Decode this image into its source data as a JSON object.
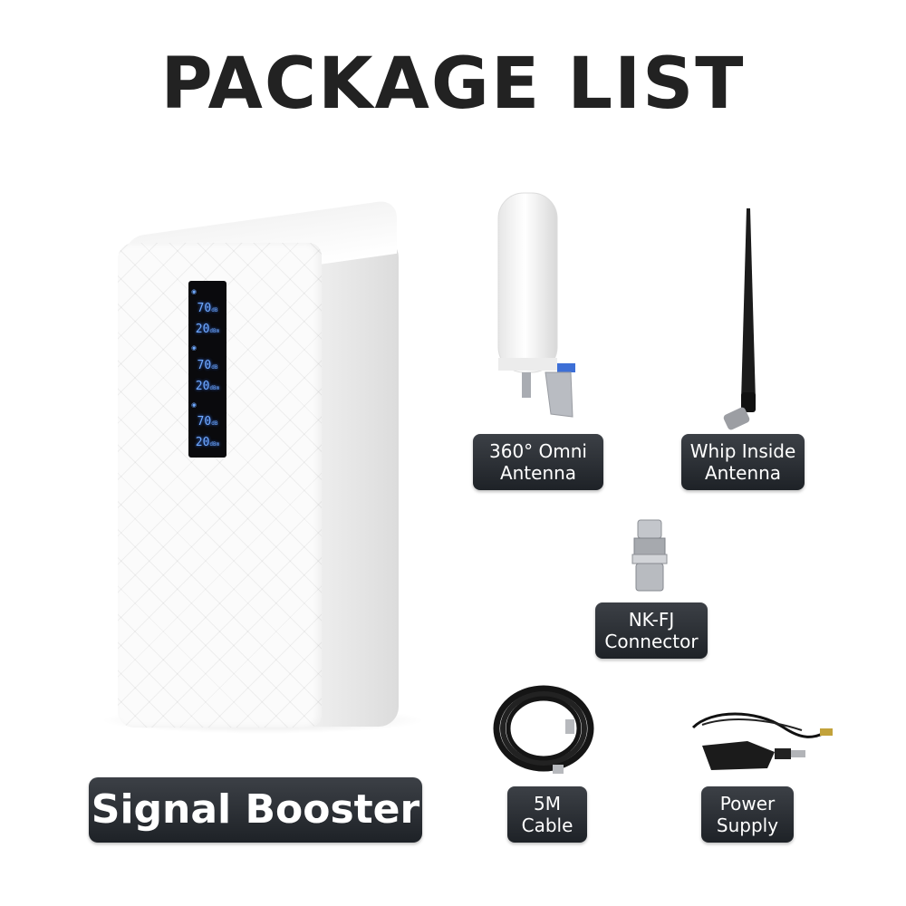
{
  "title": "PACKAGE LIST",
  "booster": {
    "label": "Signal Booster",
    "lcd": [
      {
        "gain": "70",
        "gain_unit": "dB",
        "power": "20",
        "power_unit": "dBm"
      },
      {
        "gain": "70",
        "gain_unit": "dB",
        "power": "20",
        "power_unit": "dBm"
      },
      {
        "gain": "70",
        "gain_unit": "dB",
        "power": "20",
        "power_unit": "dBm"
      }
    ]
  },
  "items": {
    "omni": {
      "line1": "360° Omni",
      "line2": "Antenna"
    },
    "whip": {
      "line1": "Whip Inside",
      "line2": "Antenna"
    },
    "connector": {
      "line1": "NK-FJ",
      "line2": "Connector"
    },
    "cable": {
      "line1": "5M",
      "line2": "Cable"
    },
    "power": {
      "line1": "Power",
      "line2": "Supply"
    }
  },
  "colors": {
    "label_bg": "#2b2f35",
    "label_text": "#ffffff",
    "title": "#222222",
    "lcd": "#6fa9ff"
  }
}
